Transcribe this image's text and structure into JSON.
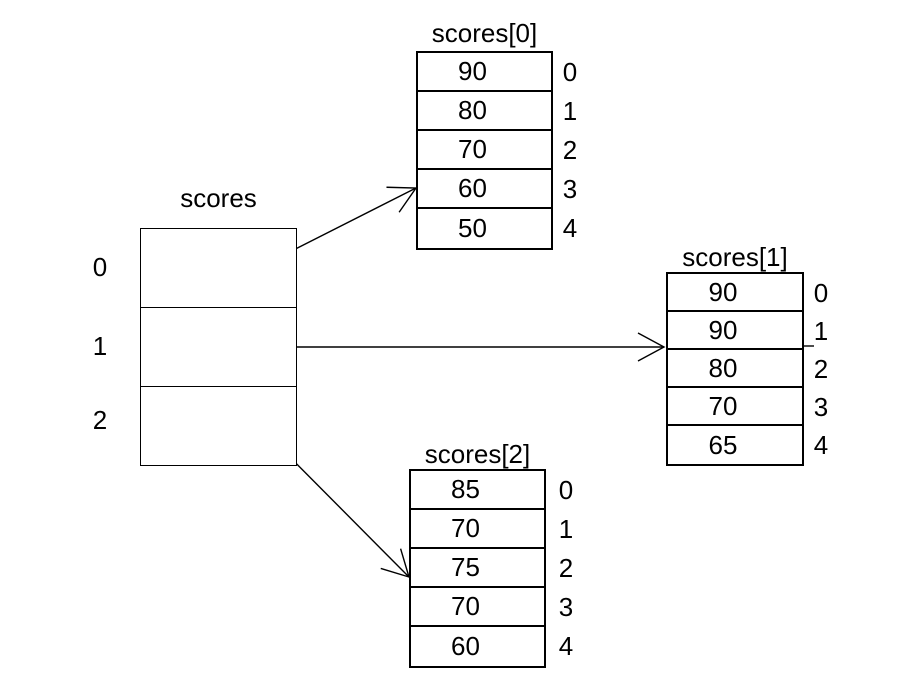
{
  "diagram": {
    "outer_array": {
      "title": "scores",
      "indices": [
        "0",
        "1",
        "2"
      ]
    },
    "inner_arrays": [
      {
        "title": "scores[0]",
        "values": [
          "90",
          "80",
          "70",
          "60",
          "50"
        ],
        "indices": [
          "0",
          "1",
          "2",
          "3",
          "4"
        ]
      },
      {
        "title": "scores[1]",
        "values": [
          "90",
          "90",
          "80",
          "70",
          "65"
        ],
        "indices": [
          "0",
          "1",
          "2",
          "3",
          "4"
        ]
      },
      {
        "title": "scores[2]",
        "values": [
          "85",
          "70",
          "75",
          "70",
          "60"
        ],
        "indices": [
          "0",
          "1",
          "2",
          "3",
          "4"
        ]
      }
    ],
    "arrows": [
      {
        "from_outer_index": "0",
        "points_to": "scores[0]"
      },
      {
        "from_outer_index": "1",
        "points_to": "scores[1]"
      },
      {
        "from_outer_index": "2",
        "points_to": "scores[2]"
      }
    ],
    "colors": {
      "background": "#ffffff",
      "line": "#000000",
      "text": "#000000"
    }
  }
}
